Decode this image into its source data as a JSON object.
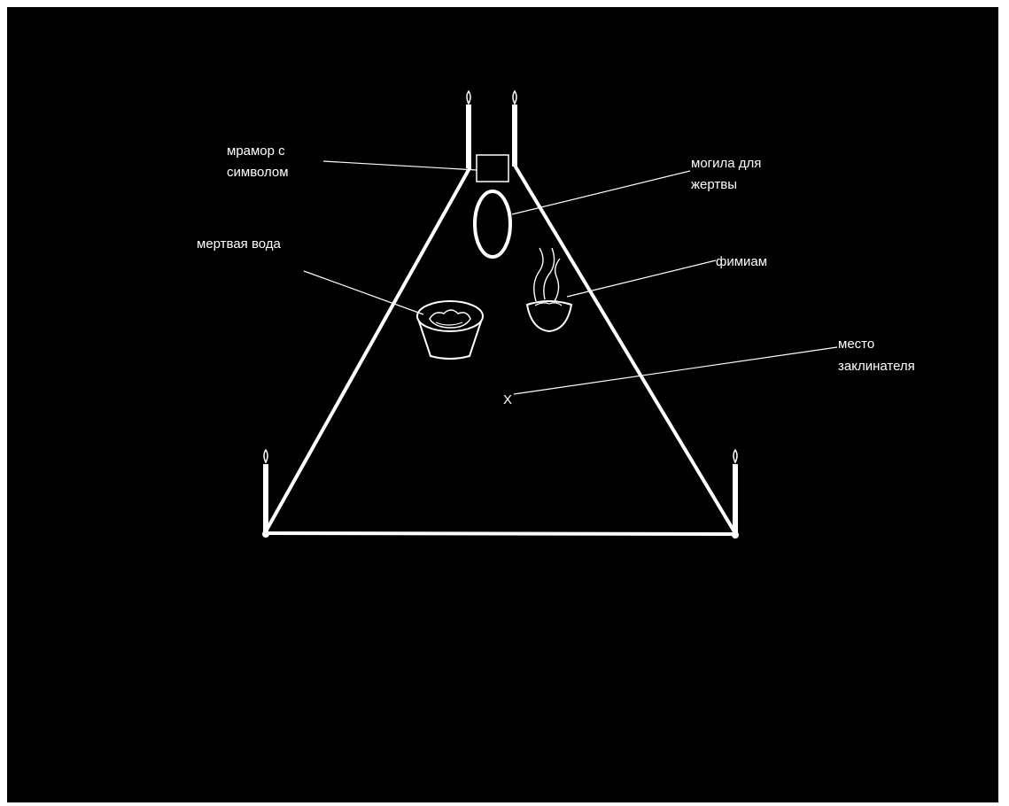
{
  "diagram": {
    "background_color": "#000000",
    "line_color": "#ffffff",
    "labels": {
      "marble": [
        "мрамор с",
        "символом"
      ],
      "grave": [
        "могила для",
        "жертвы"
      ],
      "dead_water": [
        "мертвая вода"
      ],
      "incense": [
        "фимиам"
      ],
      "summoner_place": [
        "место",
        "заклинателя"
      ]
    },
    "summoner_mark": "X"
  }
}
